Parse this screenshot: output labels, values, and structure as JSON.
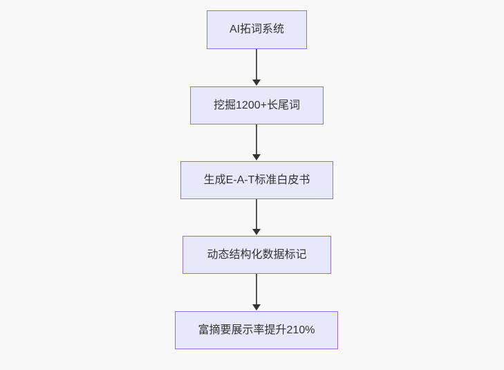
{
  "diagram": {
    "type": "flowchart",
    "direction": "top-down",
    "nodes": [
      {
        "label": "AI拓词系统"
      },
      {
        "label": "挖掘1200+长尾词"
      },
      {
        "label": "生成E-A-T标准白皮书"
      },
      {
        "label": "动态结构化数据标记"
      },
      {
        "label": "富摘要展示率提升210%"
      }
    ],
    "edges": [
      {
        "from": 0,
        "to": 1
      },
      {
        "from": 1,
        "to": 2
      },
      {
        "from": 2,
        "to": 3
      },
      {
        "from": 3,
        "to": 4
      }
    ]
  },
  "colors": {
    "background": "#f9f9f9",
    "node_fill": "#e8e8fb",
    "node_border": "#9370db",
    "node_text": "#333333",
    "edge_line": "#555555",
    "edge_arrowhead": "#333333"
  }
}
